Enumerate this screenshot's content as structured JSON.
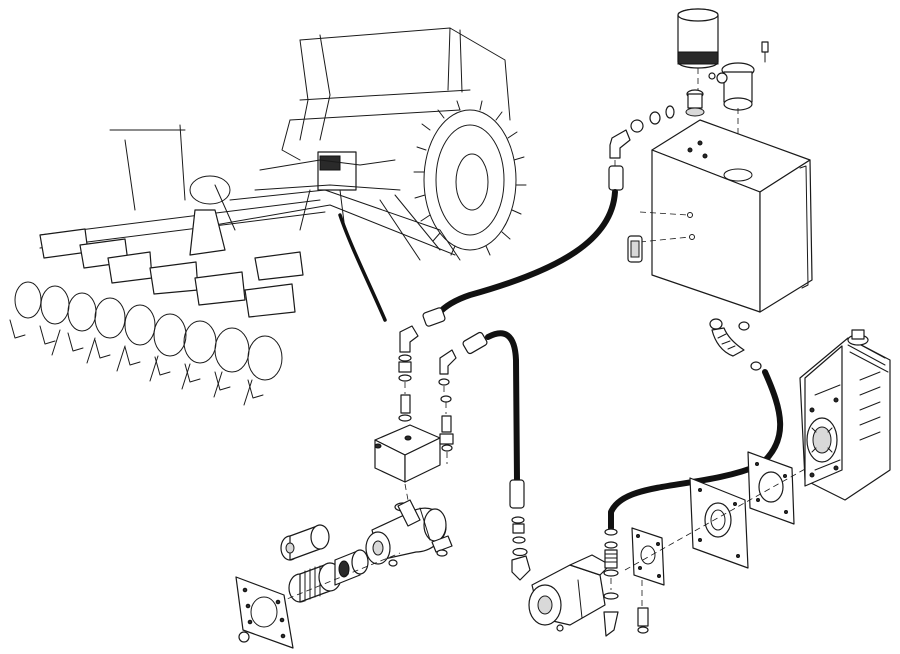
{
  "diagram": {
    "kind": "exploded hydraulic drive system drawing, monochrome line art",
    "text_labels": [],
    "colors": {
      "ink": "#1a1a1a",
      "paper": "#ffffff",
      "shade": "#d9d9d9"
    },
    "components": [
      "tractor-with-seed-drill",
      "oil-filter-canister",
      "hydraulic-tank",
      "sight-gauge",
      "hydraulic-motor",
      "valve-block",
      "drive-coupling",
      "mounting-plate-left",
      "hydraulic-pump",
      "pump-adapter-plates",
      "pto-gearbox",
      "pressure-hose",
      "return-hose",
      "suction-hose",
      "tank-to-pump-hose"
    ]
  }
}
